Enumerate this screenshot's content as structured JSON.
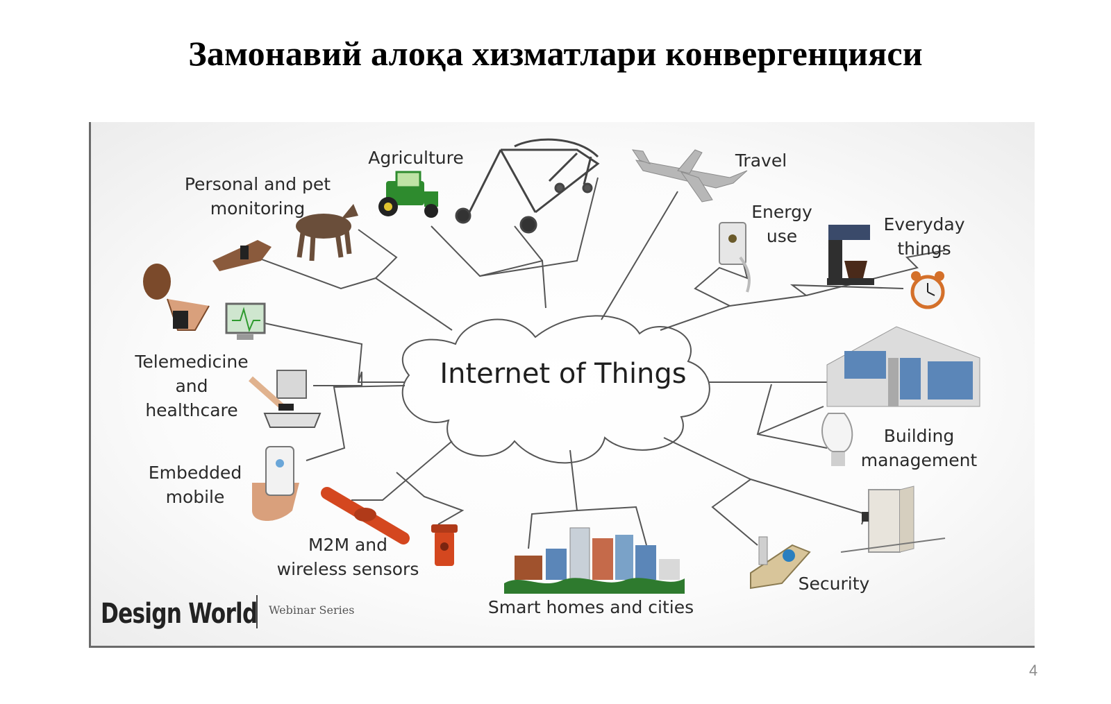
{
  "slide": {
    "title": "Замонавий алоқа хизматлари конвергенцияси",
    "page_number": "4"
  },
  "diagram": {
    "center_label": "Internet of Things",
    "labels": {
      "agriculture": "Agriculture",
      "personal_pet": "Personal and pet\nmonitoring",
      "travel": "Travel",
      "energy": "Energy\nuse",
      "everyday": "Everyday\nthings",
      "telemedicine": "Telemedicine\nand\nhealthcare",
      "building": "Building\nmanagement",
      "embedded": "Embedded\nmobile",
      "m2m": "M2M and\nwireless sensors",
      "smart": "Smart homes and cities",
      "security": "Security"
    },
    "brand": {
      "name": "Design World",
      "subtitle": "Webinar Series"
    },
    "colors": {
      "line": "#555555",
      "tractor": "#2e8b2e",
      "sensor": "#d4471f",
      "building_glass": "#5b86b8"
    }
  }
}
